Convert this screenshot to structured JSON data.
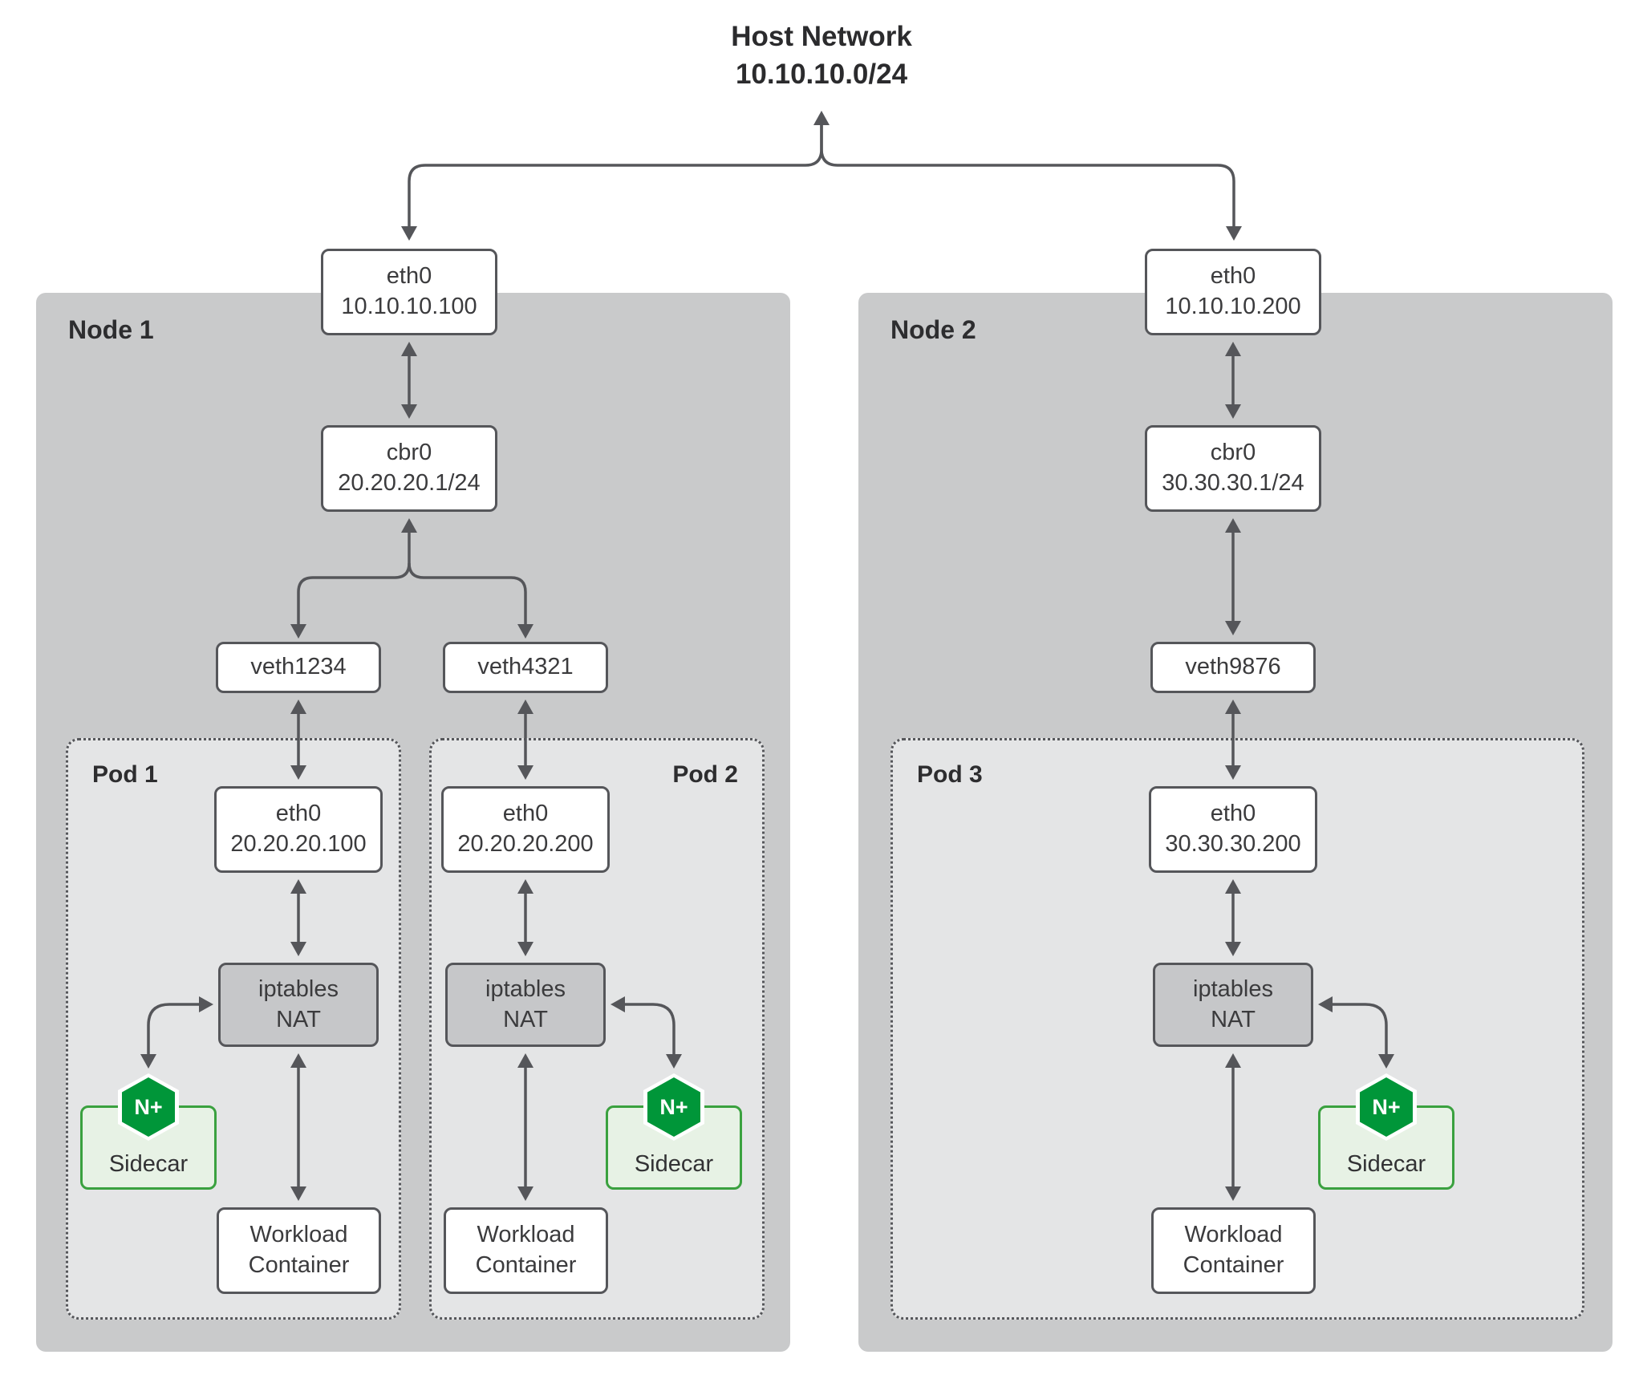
{
  "title": {
    "name": "Host Network",
    "cidr": "10.10.10.0/24"
  },
  "colors": {
    "node_bg": "#c9cacb",
    "pod_bg": "#e4e5e6",
    "line": "#55565a",
    "nat_bg": "#c6c7c9",
    "sidecar_bg": "#e7f2e5",
    "sidecar_border": "#3aa13f",
    "nginx_green": "#009639",
    "text": "#3b3b3d"
  },
  "node1": {
    "label": "Node 1",
    "eth0": {
      "name": "eth0",
      "ip": "10.10.10.100"
    },
    "cbr0": {
      "name": "cbr0",
      "ip": "20.20.20.1/24"
    },
    "veth1": "veth1234",
    "veth2": "veth4321"
  },
  "node2": {
    "label": "Node 2",
    "eth0": {
      "name": "eth0",
      "ip": "10.10.10.200"
    },
    "cbr0": {
      "name": "cbr0",
      "ip": "30.30.30.1/24"
    },
    "veth1": "veth9876"
  },
  "pod1": {
    "label": "Pod 1",
    "eth0": {
      "name": "eth0",
      "ip": "20.20.20.100"
    },
    "nat": {
      "line1": "iptables",
      "line2": "NAT"
    },
    "sidecar": {
      "label": "Sidecar",
      "badge": "N+"
    },
    "workload": {
      "line1": "Workload",
      "line2": "Container"
    }
  },
  "pod2": {
    "label": "Pod 2",
    "eth0": {
      "name": "eth0",
      "ip": "20.20.20.200"
    },
    "nat": {
      "line1": "iptables",
      "line2": "NAT"
    },
    "sidecar": {
      "label": "Sidecar",
      "badge": "N+"
    },
    "workload": {
      "line1": "Workload",
      "line2": "Container"
    }
  },
  "pod3": {
    "label": "Pod 3",
    "eth0": {
      "name": "eth0",
      "ip": "30.30.30.200"
    },
    "nat": {
      "line1": "iptables",
      "line2": "NAT"
    },
    "sidecar": {
      "label": "Sidecar",
      "badge": "N+"
    },
    "workload": {
      "line1": "Workload",
      "line2": "Container"
    }
  }
}
